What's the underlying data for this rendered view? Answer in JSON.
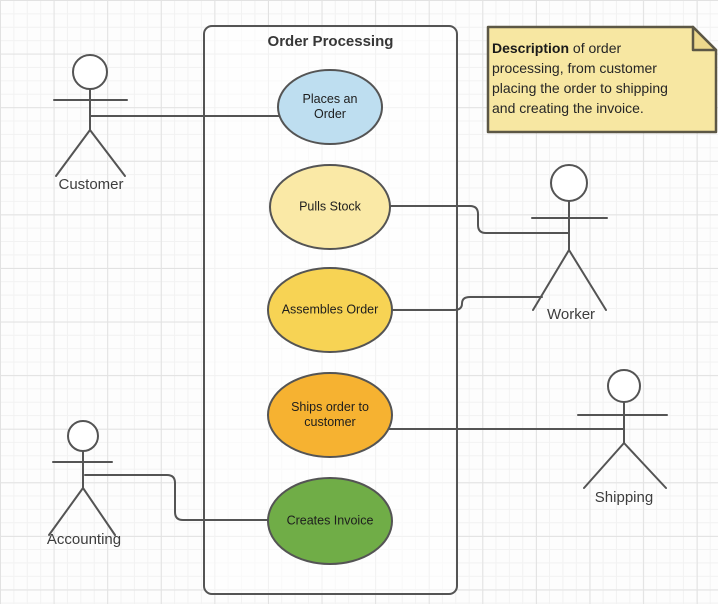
{
  "system_boundary": {
    "title": "Order Processing"
  },
  "use_cases": [
    {
      "label": "Places an Order",
      "fill": "#BEDEF0"
    },
    {
      "label": "Pulls Stock",
      "fill": "#FAE9A6"
    },
    {
      "label": "Assembles Order",
      "fill": "#F7D354"
    },
    {
      "label": "Ships order to customer",
      "fill": "#F6B231"
    },
    {
      "label": "Creates Invoice",
      "fill": "#70AD47"
    }
  ],
  "actors": [
    {
      "label": "Customer"
    },
    {
      "label": "Worker"
    },
    {
      "label": "Shipping"
    },
    {
      "label": "Accounting"
    }
  ],
  "note": {
    "bold_text": "Description",
    "body_text": " of order processing, from customer placing the order to shipping and creating the invoice.",
    "fill": "#F7E7A2",
    "fold_fill": "#EDD88C",
    "border": "#5C5745"
  },
  "connections": [
    {
      "from": "Customer",
      "to": "Places an Order"
    },
    {
      "from": "Pulls Stock",
      "to": "Worker"
    },
    {
      "from": "Assembles Order",
      "to": "Worker"
    },
    {
      "from": "Ships order to customer",
      "to": "Shipping"
    },
    {
      "from": "Accounting",
      "to": "Creates Invoice"
    }
  ],
  "colors": {
    "stroke": "#545454",
    "grid_major": "#E2E2E2",
    "grid_minor": "#F2F2F2"
  }
}
